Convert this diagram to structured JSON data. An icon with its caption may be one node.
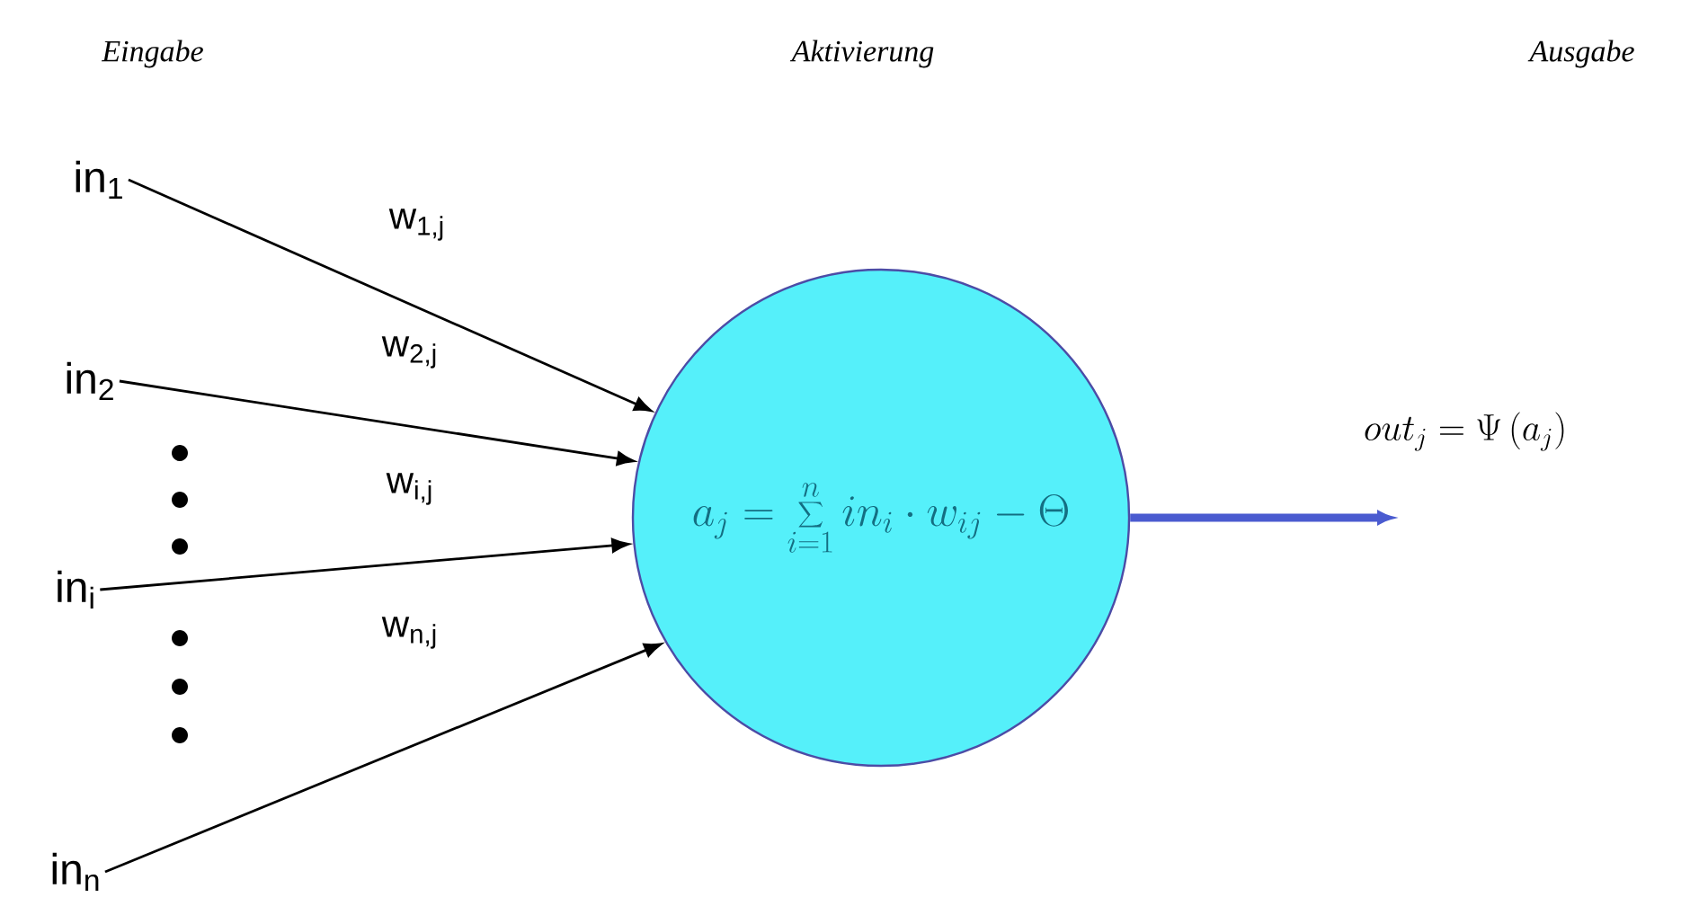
{
  "diagram": {
    "nodes": [
      {
        "text": [
          "in$_{1}$"
        ]
      },
      {
        "text": [
          "in$_{2}$"
        ]
      },
      {
        "text": [
          "in$_{i}$"
        ]
      },
      {
        "text": [
          "in$_{n}$"
        ]
      },
      {
        "text": [
          "a_j = \\sum_{i=1}^{n} in_i \\cdot w_{ij} - \\Theta"
        ]
      }
    ],
    "edges": [
      {
        "from": 0,
        "to": 4,
        "arrow": "to",
        "label": "w$_{1,j}$"
      },
      {
        "from": 1,
        "to": 4,
        "arrow": "to",
        "label": "w$_{2,j}$"
      },
      {
        "from": 2,
        "to": 4,
        "arrow": "to",
        "label": "w$_{i,j}$"
      },
      {
        "from": 3,
        "to": 4,
        "arrow": "to",
        "label": "w$_{n,j}$"
      },
      {
        "from": 4,
        "to": null,
        "arrow": "to",
        "style": "thick",
        "color": "#4a5bd0"
      }
    ],
    "labels": [
      "Eingabe",
      "Aktivierung",
      "Ausgabe",
      "out_j = \\Psi\\left(a_j\\right)"
    ]
  }
}
